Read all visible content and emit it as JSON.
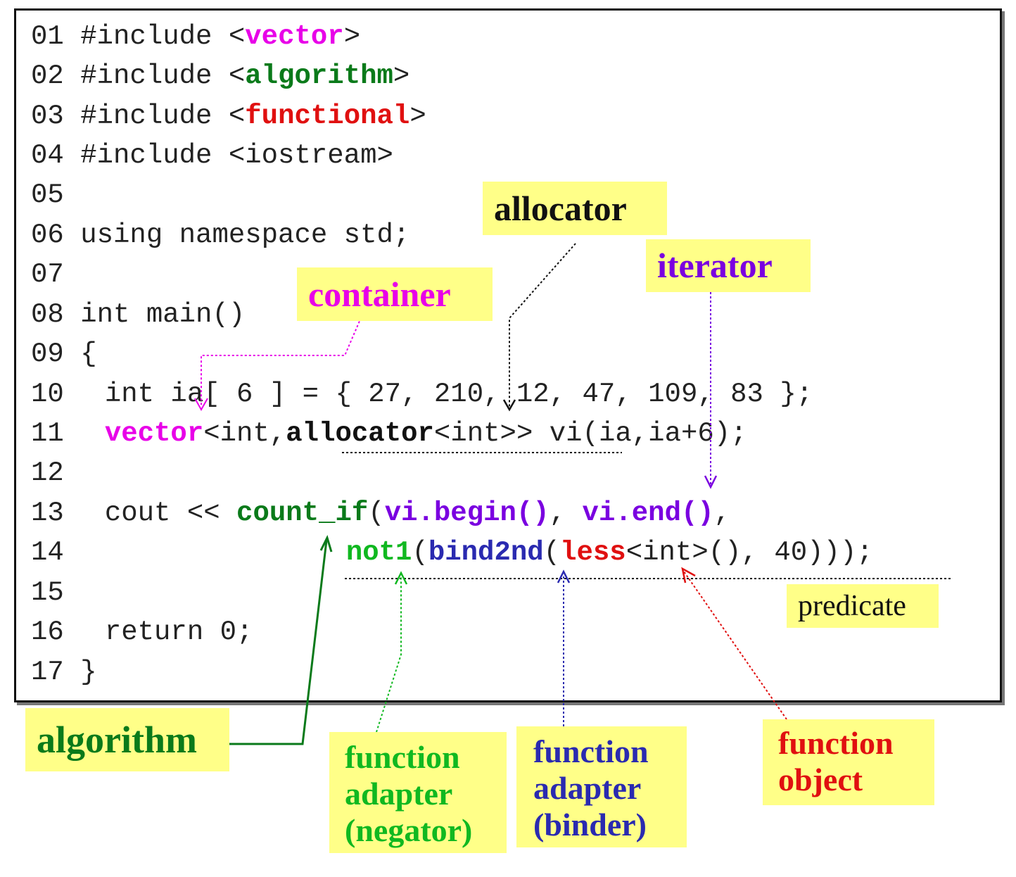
{
  "code": {
    "lines": [
      {
        "num": "01",
        "pre": " #include <",
        "kw": "vector",
        "post": ">"
      },
      {
        "num": "02",
        "pre": " #include <",
        "kw": "algorithm",
        "post": ">"
      },
      {
        "num": "03",
        "pre": " #include <",
        "kw": "functional",
        "post": ">"
      },
      {
        "num": "04",
        "text": " #include <iostream>"
      },
      {
        "num": "05",
        "text": ""
      },
      {
        "num": "06",
        "text": " using namespace std;"
      },
      {
        "num": "07",
        "text": ""
      },
      {
        "num": "08",
        "text": " int main()"
      },
      {
        "num": "09",
        "text": " {"
      },
      {
        "num": "10",
        "text": "int ia[ 6 ] = { 27, 210, 12, 47, 109, 83 };"
      },
      {
        "num": "11",
        "kw1": "vector",
        "mid1": "<int,",
        "kw2": "allocator",
        "post": "<int>> vi(ia,ia+6);"
      },
      {
        "num": "12",
        "text": ""
      },
      {
        "num": "13",
        "pre": "cout << ",
        "kw1": "count_if",
        "mid1": "(",
        "kw2": "vi.begin()",
        "mid2": ", ",
        "kw3": "vi.end()",
        "post": ","
      },
      {
        "num": "14",
        "kw1": "not1",
        "mid1": "(",
        "kw2": "bind2nd",
        "mid2": "(",
        "kw3": "less",
        "post": "<int>(), 40)));"
      },
      {
        "num": "15",
        "text": ""
      },
      {
        "num": "16",
        "text": "return 0;"
      },
      {
        "num": "17",
        "text": " }"
      }
    ]
  },
  "labels": {
    "allocator": "allocator",
    "iterator": "iterator",
    "container": "container",
    "predicate": "predicate",
    "algorithm": "algorithm",
    "negator": [
      "function",
      "adapter",
      "(negator)"
    ],
    "binder": [
      "function",
      "adapter",
      "(binder)"
    ],
    "function_object": [
      "function",
      "object"
    ]
  },
  "colors": {
    "container": "#e800e8",
    "algorithm": "#0a7a1a",
    "functional": "#e01010",
    "iterator": "#7a00e0",
    "negator": "#10b820",
    "binder": "#2a2ab0",
    "label_bg": "#ffff88"
  }
}
